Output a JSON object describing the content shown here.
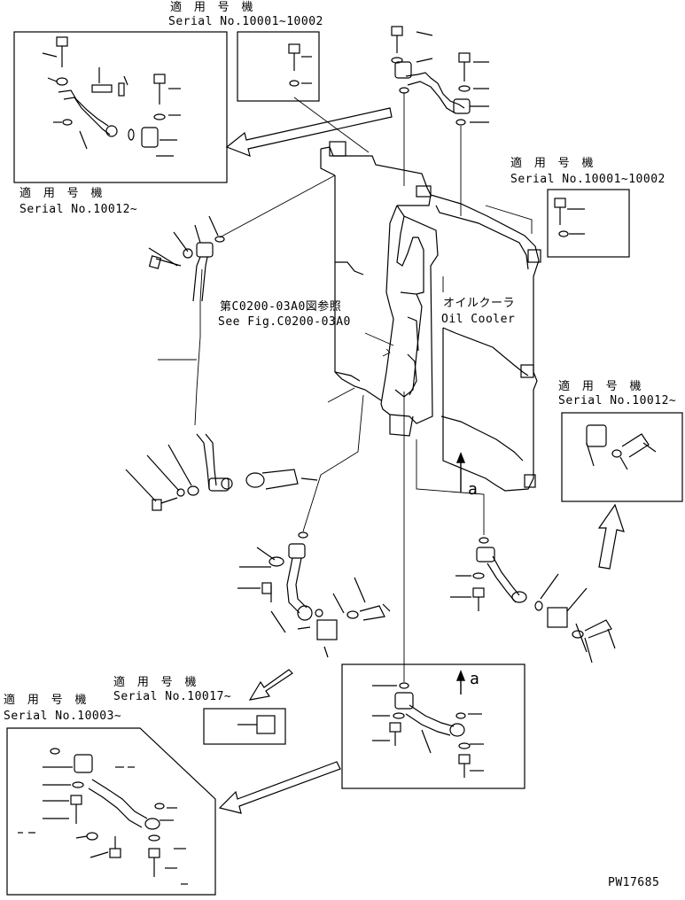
{
  "labels": {
    "tl_applicable": "適 用 号 機",
    "tl_serial": "Serial No.10001~10002",
    "left_applicable": "適 用 号 機",
    "left_serial": "Serial No.10012~",
    "right_top_applicable": "適 用 号 機",
    "right_top_serial": "Serial No.10001~10002",
    "right_mid_applicable": "適 用 号 機",
    "right_mid_serial": "Serial No.10012~",
    "see_fig_jp": "第C0200-03A0図参照",
    "see_fig_en": "See Fig.C0200-03A0",
    "oil_cooler_jp": "オイルクーラ",
    "oil_cooler_en": "Oil Cooler",
    "arrow_a_1": "a",
    "arrow_a_2": "a",
    "bl_applicable": "適 用 号 機",
    "bl_serial": "Serial No.10003~",
    "bm_applicable": "適 用 号 機",
    "bm_serial": "Serial No.10017~",
    "drawing_id": "PW17685"
  }
}
